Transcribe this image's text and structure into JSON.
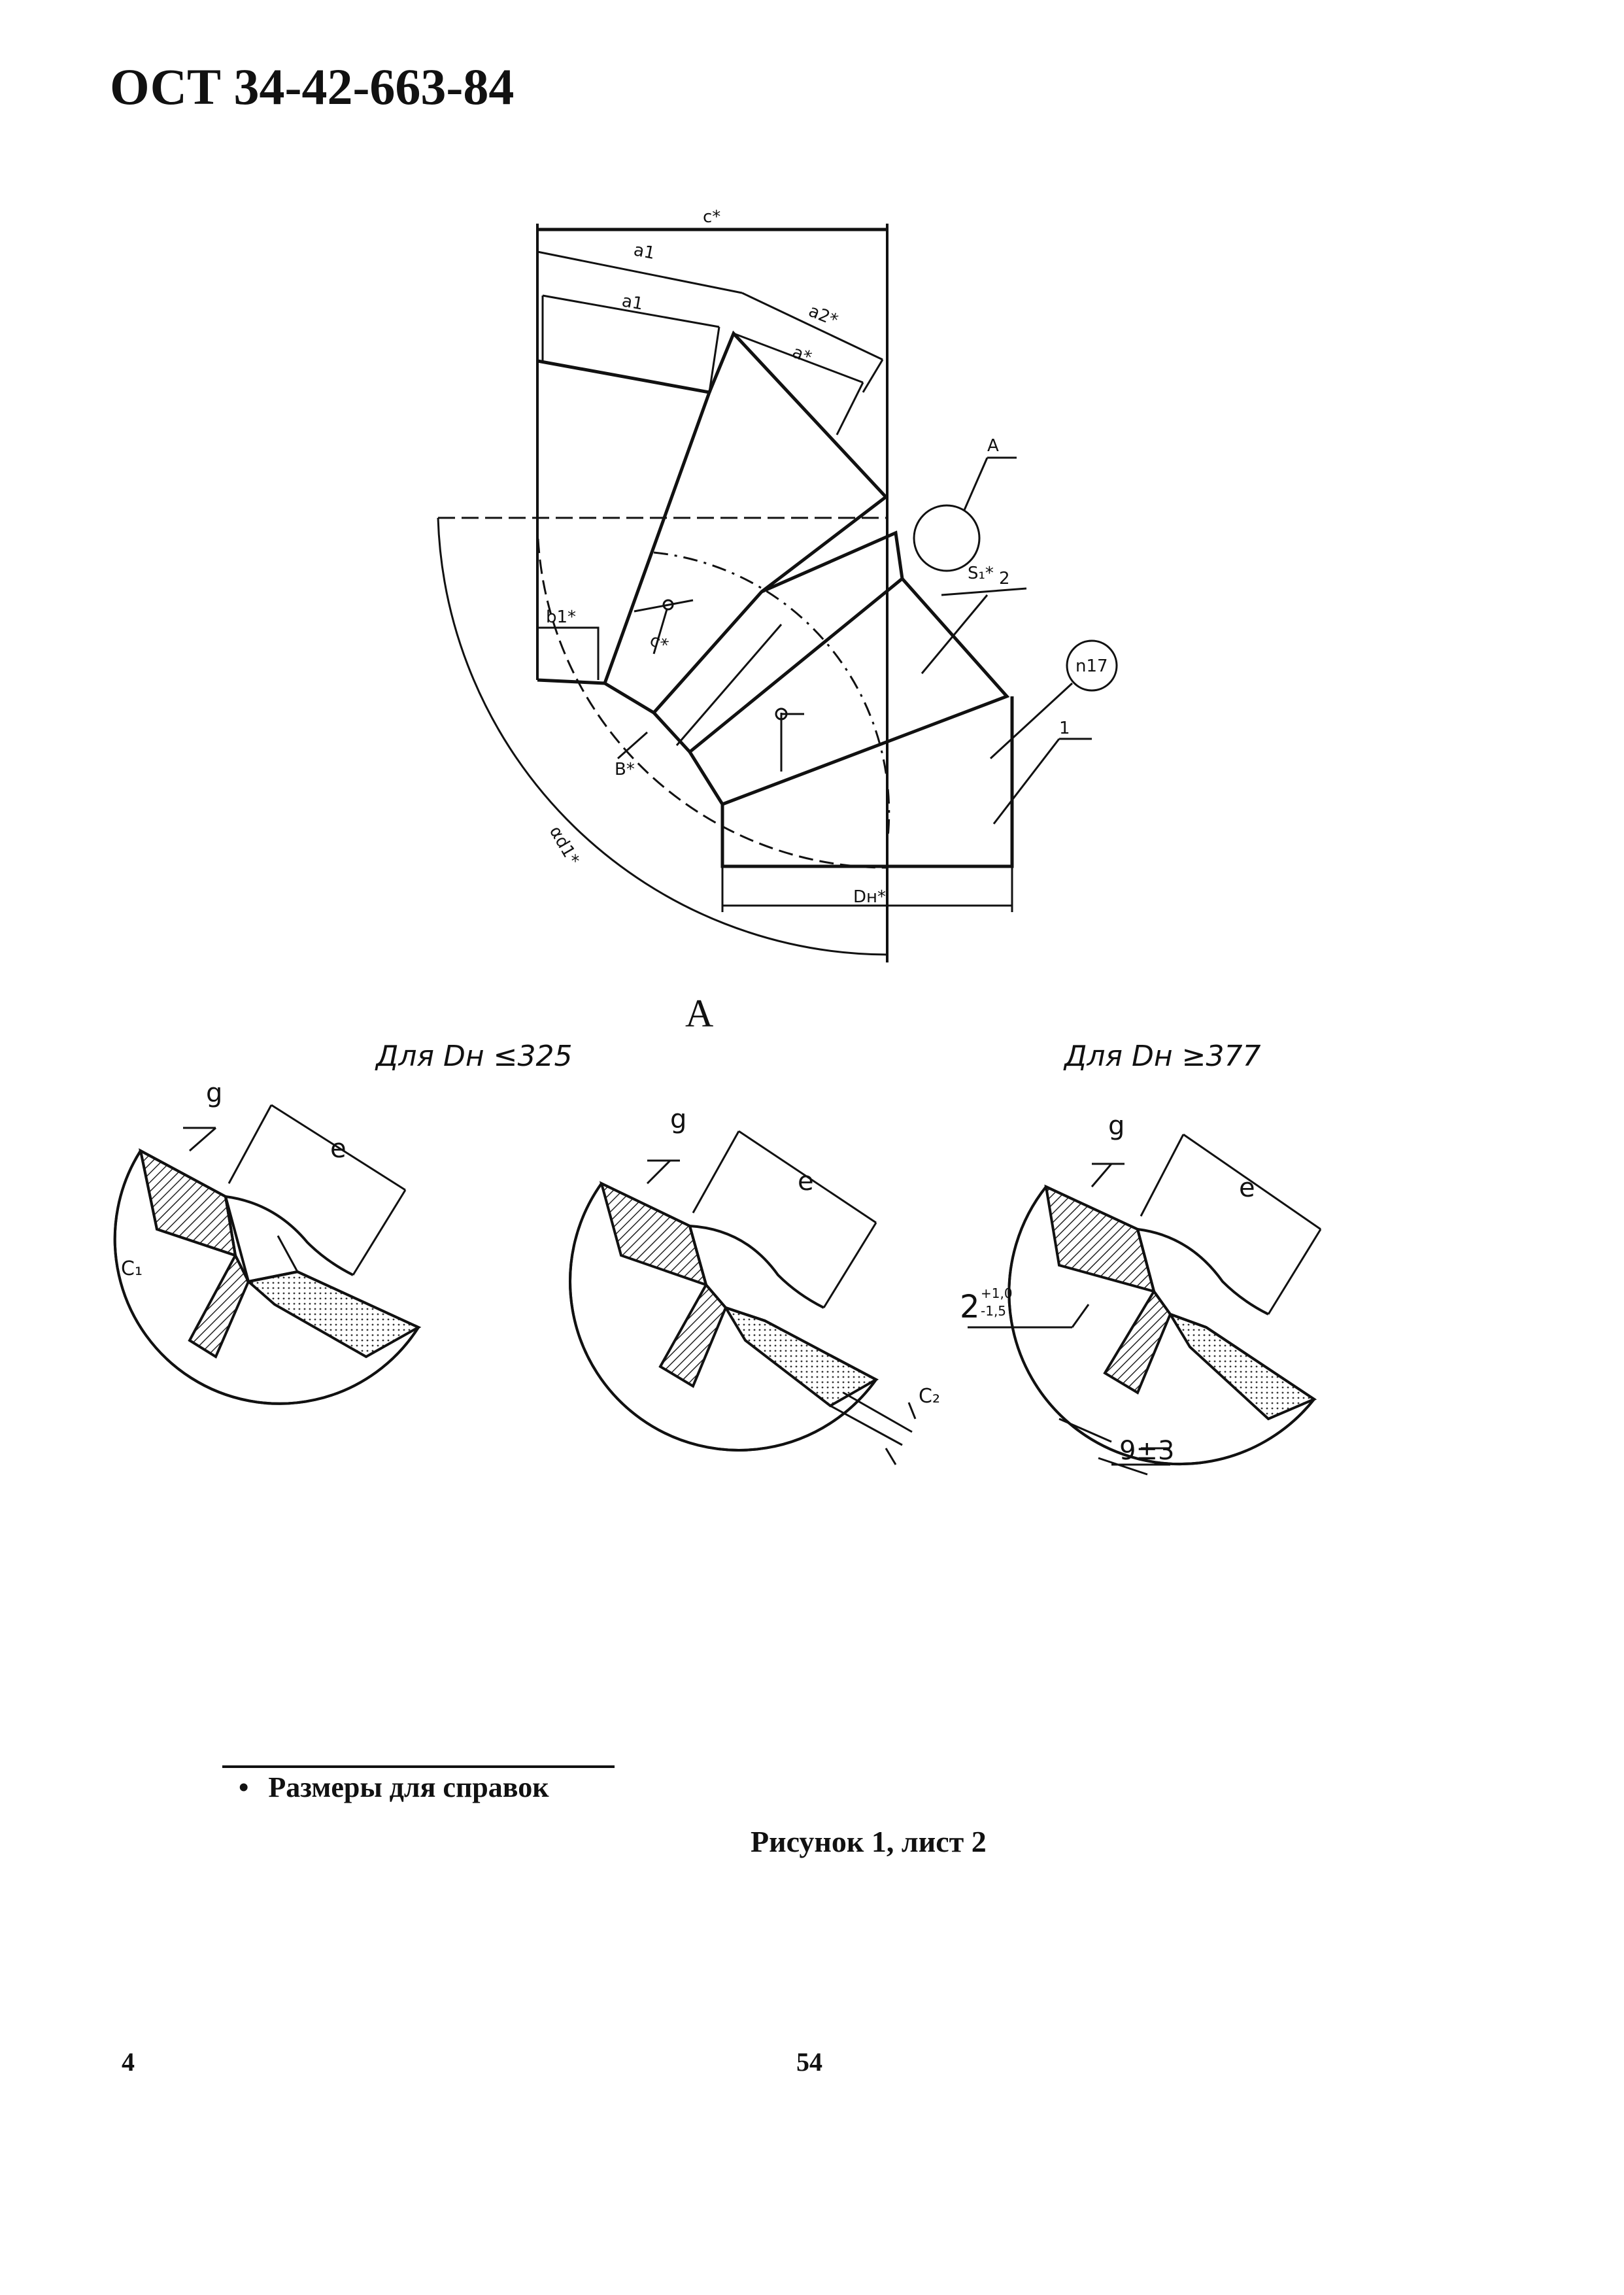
{
  "document": {
    "header": "ОСТ 34-42-663-84",
    "view_label": "А",
    "detail_labels": [
      "Для Dн ≤325",
      "Для Dн ≥377"
    ],
    "footnote": "Размеры для справок",
    "caption": "Рисунок 1, лист 2",
    "page_left": "4",
    "page_center": "54"
  },
  "drawing_labels": {
    "c": "c*",
    "a1": "a1",
    "a1_inner": "a1",
    "a2": "a2*",
    "a": "a*",
    "leader_a": "A",
    "s": "S₁*",
    "s_val": "2",
    "n17": "n17",
    "part": "1",
    "b1": "b1*",
    "c_star": "c*",
    "b_star": "B*",
    "a_d1": "αd1*",
    "dn": "Dн*"
  },
  "detail": {
    "g": "g",
    "e": "e",
    "c1": "C₁",
    "c2": "C₂",
    "tol_base": "2",
    "tol_up": "+1,0",
    "tol_down": "-1,5",
    "dim_93": "9±3"
  }
}
